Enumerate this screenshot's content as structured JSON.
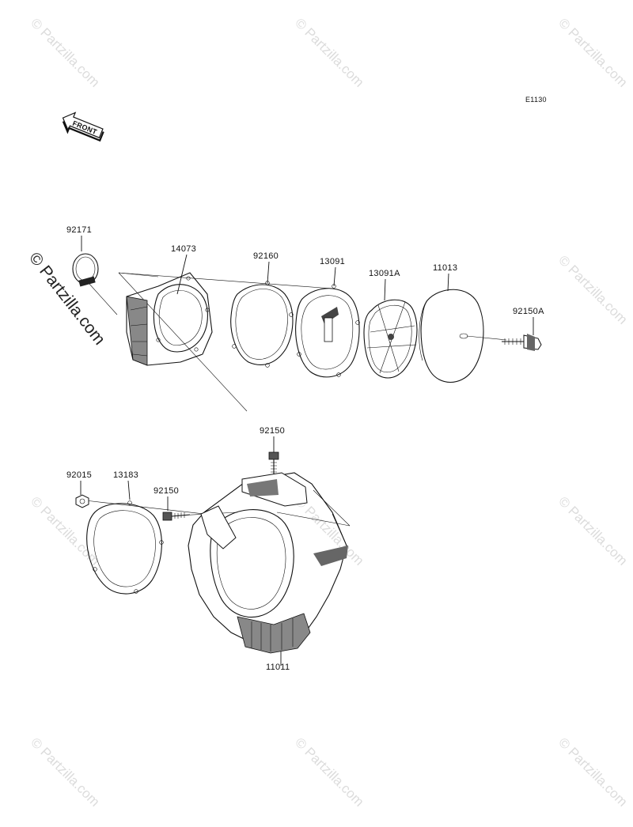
{
  "diagram_code": "E1130",
  "front_marker": "FRONT",
  "watermark": "© Partzilla.com",
  "parts": [
    {
      "id": "92171"
    },
    {
      "id": "14073"
    },
    {
      "id": "92160"
    },
    {
      "id": "13091"
    },
    {
      "id": "13091A"
    },
    {
      "id": "11013"
    },
    {
      "id": "92150A"
    },
    {
      "id": "92150"
    },
    {
      "id": "92015"
    },
    {
      "id": "13183"
    },
    {
      "id": "92150"
    },
    {
      "id": "11011"
    }
  ]
}
